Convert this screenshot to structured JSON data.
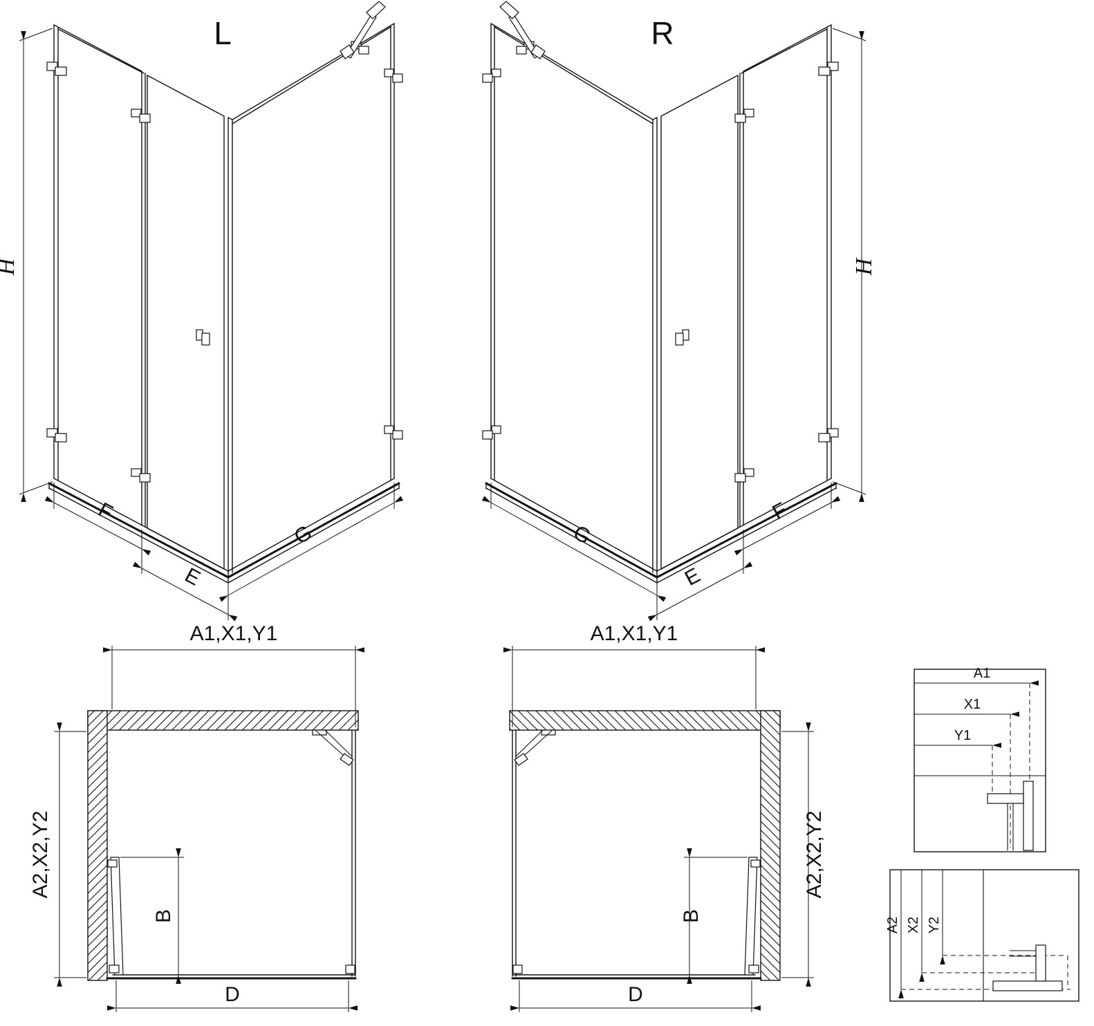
{
  "colors": {
    "line": "#111111",
    "background": "#ffffff"
  },
  "views": {
    "left_3d": {
      "label": "L",
      "h": "H",
      "f": "F",
      "e": "E",
      "g": "G"
    },
    "right_3d": {
      "label": "R",
      "h": "H",
      "f": "F",
      "e": "E",
      "g": "G"
    },
    "left_plan": {
      "top": "A1,X1,Y1",
      "side": "A2,X2,Y2",
      "b": "B",
      "d": "D"
    },
    "right_plan": {
      "top": "A1,X1,Y1",
      "side": "A2,X2,Y2",
      "b": "B",
      "d": "D"
    },
    "detail_h": {
      "a1": "A1",
      "x1": "X1",
      "y1": "Y1"
    },
    "detail_v": {
      "a2": "A2",
      "x2": "X2",
      "y2": "Y2"
    }
  }
}
